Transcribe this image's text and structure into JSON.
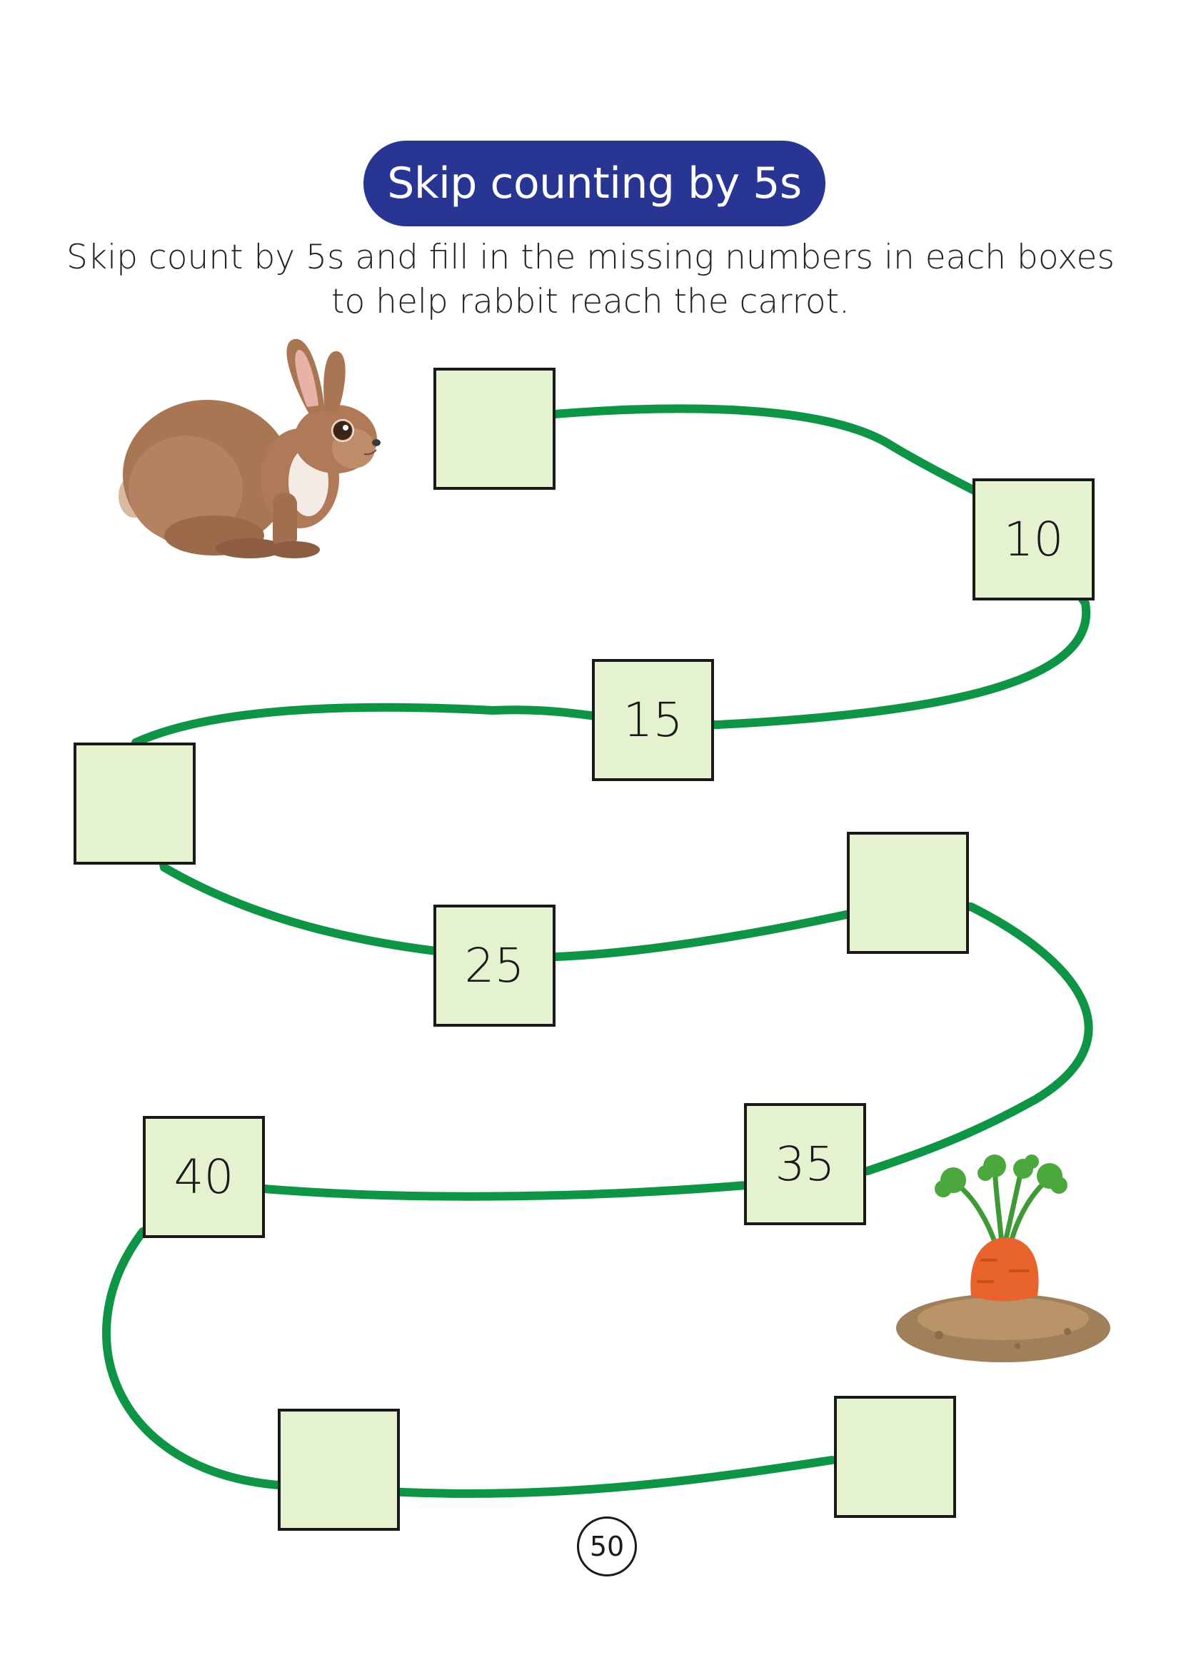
{
  "title": "Skip counting by 5s",
  "instructions": {
    "line1": "Skip count by 5s and fill in the missing numbers in each boxes",
    "line2": "to help rabbit reach the carrot."
  },
  "boxes": [
    "",
    "10",
    "15",
    "",
    "25",
    "",
    "35",
    "40",
    "",
    ""
  ],
  "page_number": "50",
  "colors": {
    "title_bg": "#283593",
    "path": "#0d9444",
    "box_fill": "#e5f2cf"
  },
  "illustrations": [
    "rabbit",
    "carrot"
  ]
}
